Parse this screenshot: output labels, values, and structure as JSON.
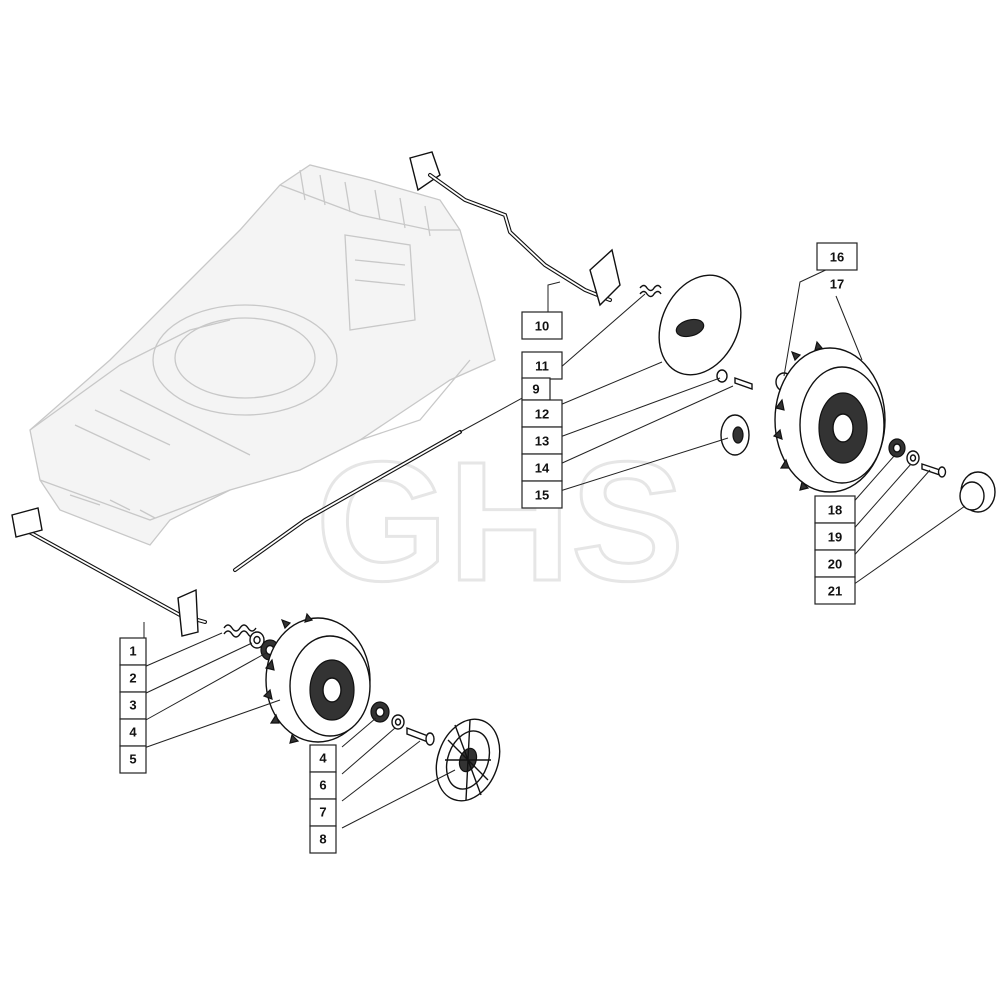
{
  "watermark": "GHS",
  "callouts": {
    "c1": "1",
    "c2": "2",
    "c3": "3",
    "c4a": "4",
    "c5": "5",
    "c4b": "4",
    "c6": "6",
    "c7": "7",
    "c8": "8",
    "c9": "9",
    "c10": "10",
    "c11": "11",
    "c12": "12",
    "c13": "13",
    "c14": "14",
    "c15": "15",
    "c16": "16",
    "c17": "17",
    "c18": "18",
    "c19": "19",
    "c20": "20",
    "c21": "21"
  }
}
